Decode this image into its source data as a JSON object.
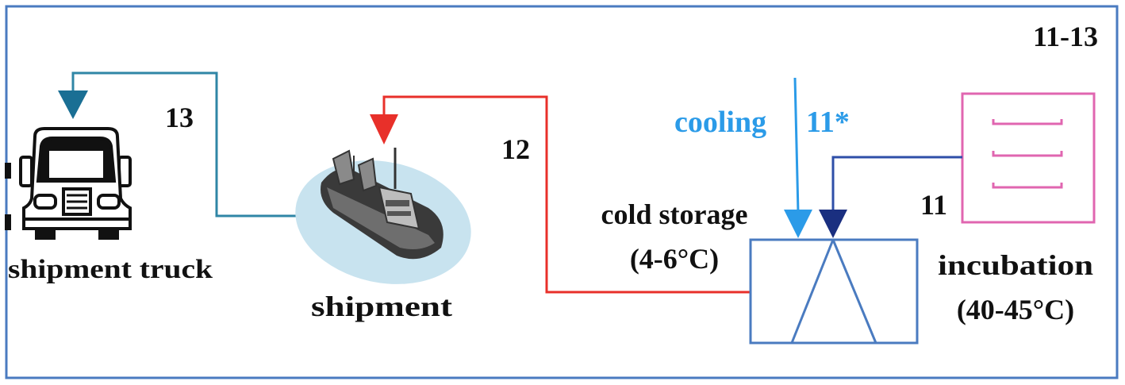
{
  "panel_label": "11-13",
  "steps": {
    "s11": "11",
    "s11_star": "11*",
    "s12": "12",
    "s13": "13"
  },
  "labels": {
    "cooling": "cooling",
    "cold_storage": "cold storage",
    "cold_storage_temp": "(4-6°C)",
    "incubation": "incubation",
    "incubation_temp": "(40-45°C)",
    "shipment": "shipment",
    "shipment_truck": "shipment truck"
  },
  "colors": {
    "frame": "#4a7bc0",
    "truck_arrow": "#2f86a6",
    "truck_arrowhead": "#1a6f94",
    "ship_arrow": "#e8302a",
    "cooling_arrow": "#2b9be8",
    "incubation_arrow": "#2e4fa8",
    "incubation_arrowhead": "#1a2f80",
    "incubator": "#e066b0",
    "cold_storage": "#4a7bc0",
    "ship_shadow": "#c8e3ef"
  },
  "icons": {
    "truck": "truck-icon",
    "ship": "ship-icon",
    "incubator": "incubator-icon",
    "cold_storage": "cold-storage-icon"
  }
}
